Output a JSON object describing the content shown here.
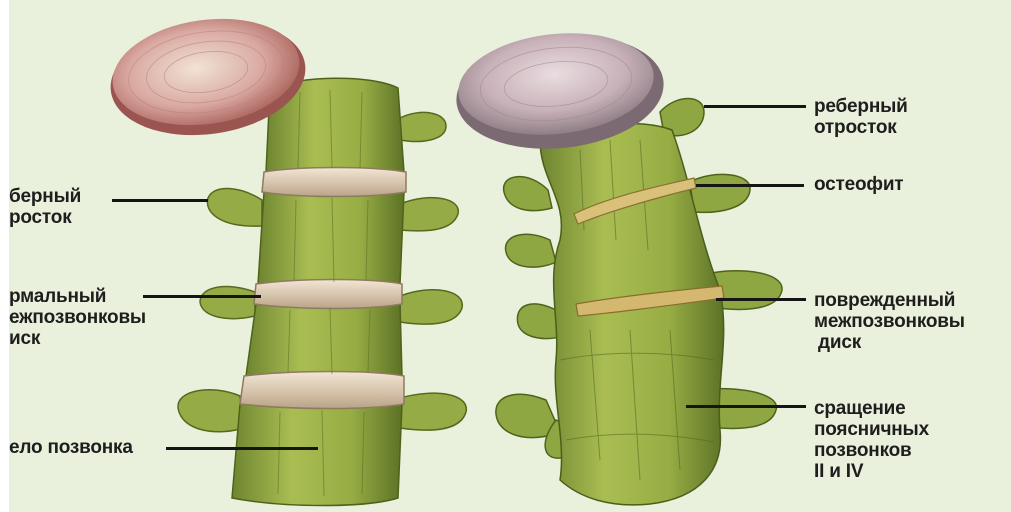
{
  "labels_left": {
    "rib_process": [
      "берный",
      "росток"
    ],
    "normal_disc": [
      "рмальный",
      "ежпозвонковы",
      "иск"
    ],
    "vertebral_body": [
      "ело позвонка"
    ]
  },
  "labels_right": {
    "rib_process": [
      "реберный",
      "отросток"
    ],
    "osteophyte": [
      "остеофит"
    ],
    "damaged_disc": [
      "поврежденный",
      "межпозвонковы",
      "диск"
    ],
    "fusion": [
      "сращение",
      "поясничных",
      "позвонков",
      "II и IV"
    ]
  },
  "colors": {
    "background": "#e9f0dc",
    "bone": "#9fb24a",
    "bone_dark": "#5f7427",
    "disc": "#e8d8c6",
    "disc_top": "#c98a8a",
    "label": "#1e1e1e"
  }
}
